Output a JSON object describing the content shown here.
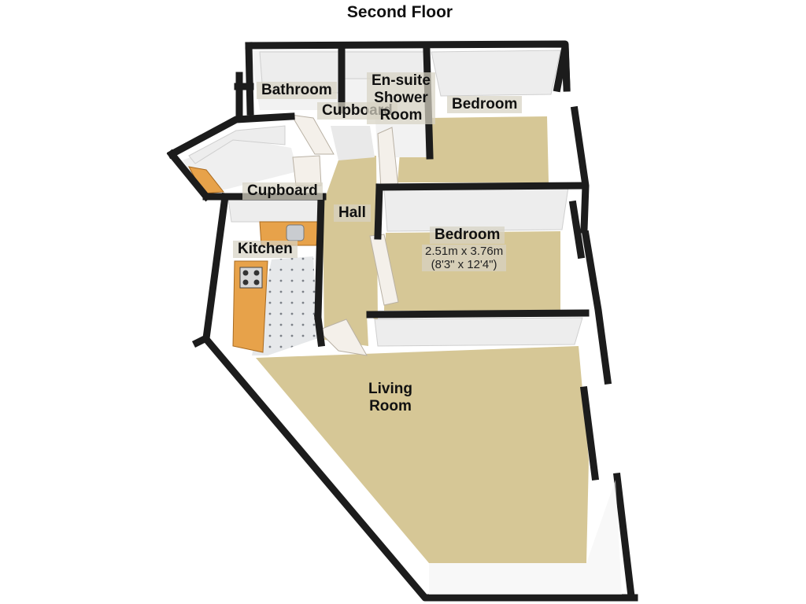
{
  "title": "Second Floor",
  "rooms": {
    "bathroom": "Bathroom",
    "cupboard_top": "Cupboard",
    "ensuite_line1": "En-suite",
    "ensuite_line2": "Shower",
    "ensuite_line3": "Room",
    "bedroom1": "Bedroom",
    "cupboard_left": "Cupboard",
    "hall": "Hall",
    "kitchen": "Kitchen",
    "bedroom2": "Bedroom",
    "bedroom2_metric": "2.51m x 3.76m",
    "bedroom2_imperial": "(8'3\" x 12'4\")",
    "living_line1": "Living",
    "living_line2": "Room"
  },
  "colors": {
    "wall": "#1a1a1a",
    "carpet": "#d8c99a",
    "tile_floor": "#e2e4e6",
    "worktop": "#e2a04a",
    "door": "#f4f0ea",
    "wall_inner": "#f0f0f0"
  }
}
